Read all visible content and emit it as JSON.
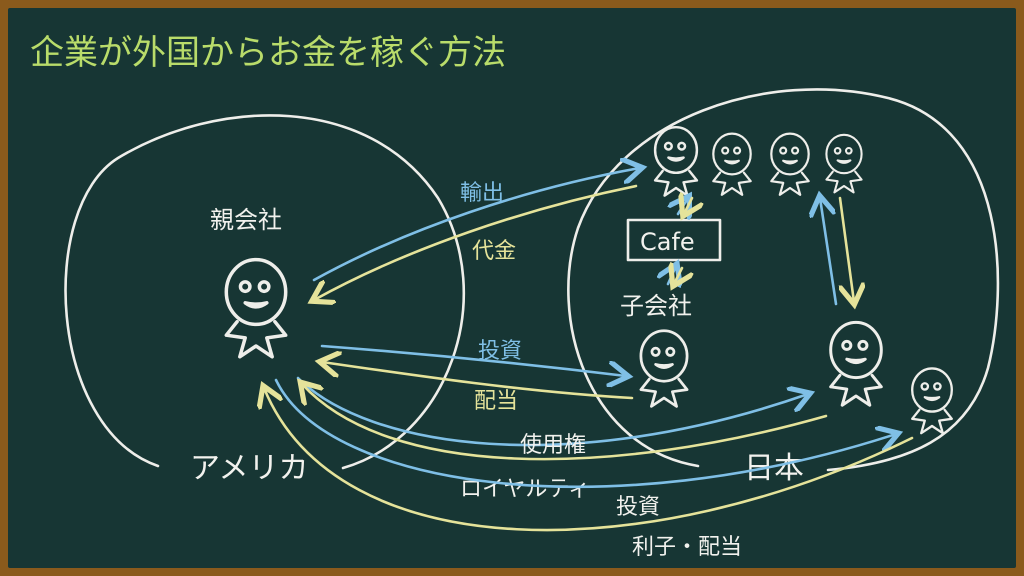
{
  "title": "企業が外国からお金を稼ぐ方法",
  "countries": {
    "left": "アメリカ",
    "right": "日本"
  },
  "nodes": {
    "parent_company": "親会社",
    "subsidiary": "子会社",
    "cafe": "Cafe"
  },
  "flows": {
    "export": "輸出",
    "payment": "代金",
    "investment_1": "投資",
    "dividend": "配当",
    "license": "使用権",
    "royalty": "ロイヤルティ",
    "investment_2": "投資",
    "interest_dividend": "利子・配当"
  },
  "colors": {
    "board": "#173634",
    "frame": "#8a5a1c",
    "chalk_white": "#f2f2ee",
    "chalk_blue": "#7fbfe6",
    "chalk_yellow": "#e5e39a",
    "chalk_green": "#b9dc6a"
  }
}
